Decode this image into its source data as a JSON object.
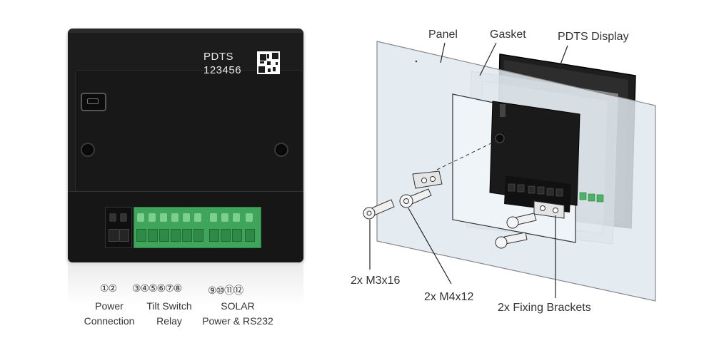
{
  "device": {
    "name": "PDTS",
    "serial": "123456"
  },
  "terminals": {
    "groups": [
      {
        "numbers": "①②",
        "caption_line1": "Power",
        "caption_line2": "Connection"
      },
      {
        "numbers": "③④⑤⑥⑦⑧",
        "caption_line1": "Tilt Switch",
        "caption_line2": "Relay"
      },
      {
        "numbers": "⑨⑩⑪⑫",
        "caption_line1": "SOLAR",
        "caption_line2": "Power & RS232"
      }
    ]
  },
  "diagram": {
    "labels": {
      "panel": "Panel",
      "gasket": "Gasket",
      "display": "PDTS Display",
      "screws_m3": "2x M3x16",
      "screws_m4": "2x M4x12",
      "brackets": "2x Fixing Brackets"
    }
  },
  "colors": {
    "device_body": "#1c1c1c",
    "terminal_green": "#3fa55a",
    "panel_glass": "#dfe8ef",
    "gasket": "#b5b5b5"
  },
  "icons": [
    "usb-port-icon",
    "qr-code-icon",
    "screw-icon",
    "fixing-bracket-icon"
  ]
}
